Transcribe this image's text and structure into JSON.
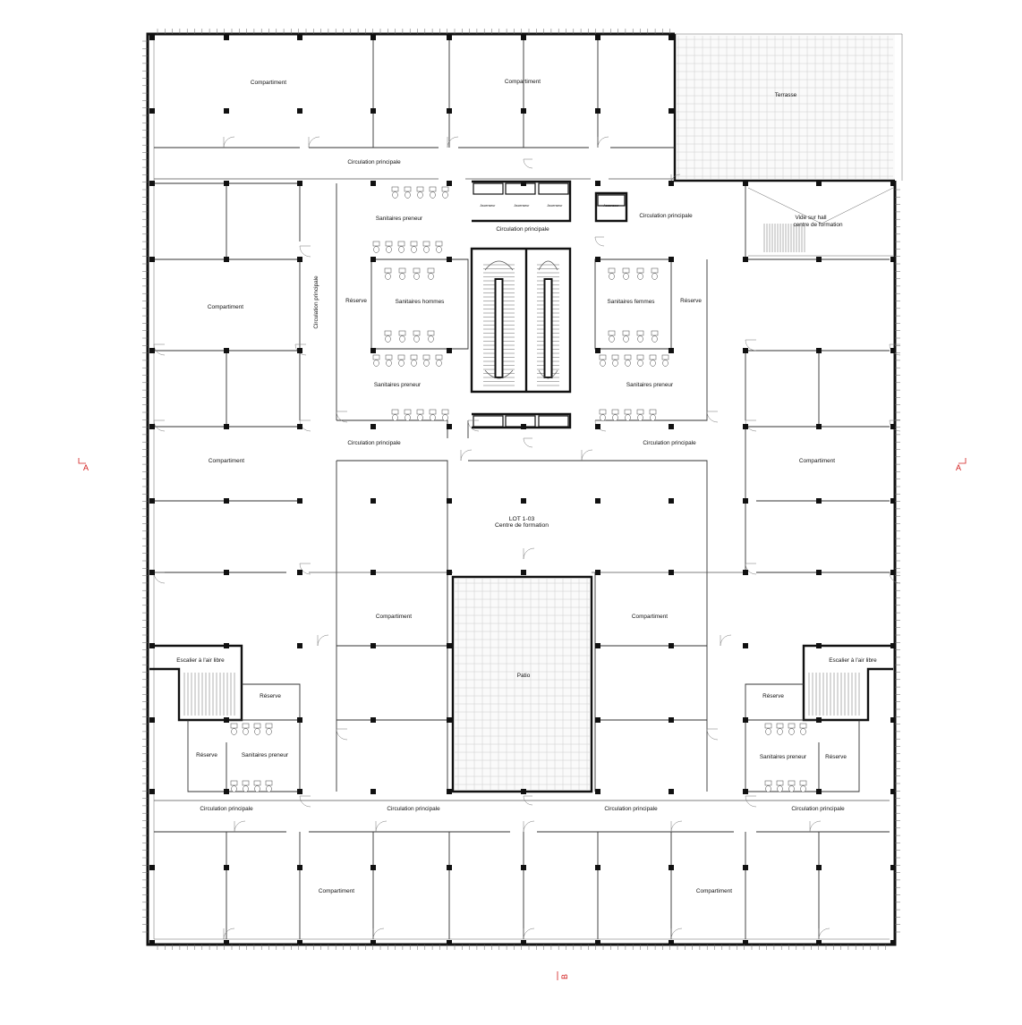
{
  "plan": {
    "rooms": {
      "compartment": "Compartiment",
      "terrace": "Terrasse",
      "main_circulation": "Circulation principale",
      "void_line1": "Vide sur hall",
      "void_line2": "centre de formation",
      "tenant_sanitary": "Sanitaires preneur",
      "mens_sanitary": "Sanitaires hommes",
      "womens_sanitary": "Sanitaires femmes",
      "reserve": "Réserve",
      "elevator": "Ascenseur",
      "lot_line1": "LOT 1-03",
      "lot_line2": "Centre de formation",
      "patio": "Patio",
      "open_stair": "Escalier à l'air libre"
    },
    "section_markers": {
      "a_left": "A",
      "a_right": "A",
      "b": "B"
    }
  }
}
